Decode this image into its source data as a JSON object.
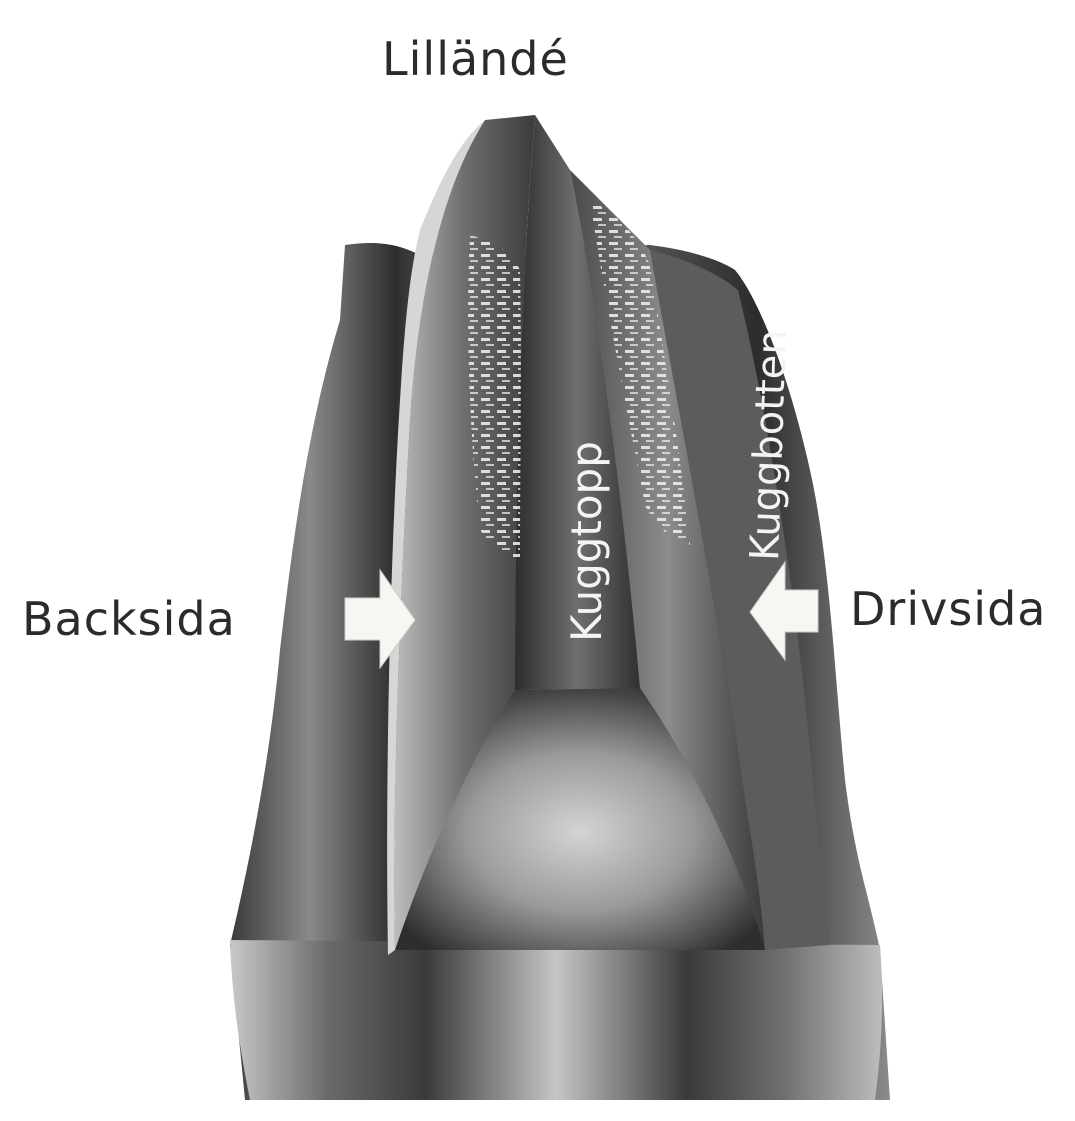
{
  "labels": {
    "top": "Lilländé",
    "left": "Backsida",
    "right": "Drivsida",
    "crest": "Kuggtopp",
    "root": "Kuggbotten"
  },
  "colors": {
    "background": "#ffffff",
    "metal_dark": "#2a2a2a",
    "metal_mid": "#7a7a7a",
    "metal_light": "#d8d8d8",
    "arrow": "#f6f6f2",
    "contact_pattern": "#f0f0f0"
  },
  "icons": {
    "left_arrow": "arrow-right-icon",
    "right_arrow": "arrow-left-icon"
  }
}
